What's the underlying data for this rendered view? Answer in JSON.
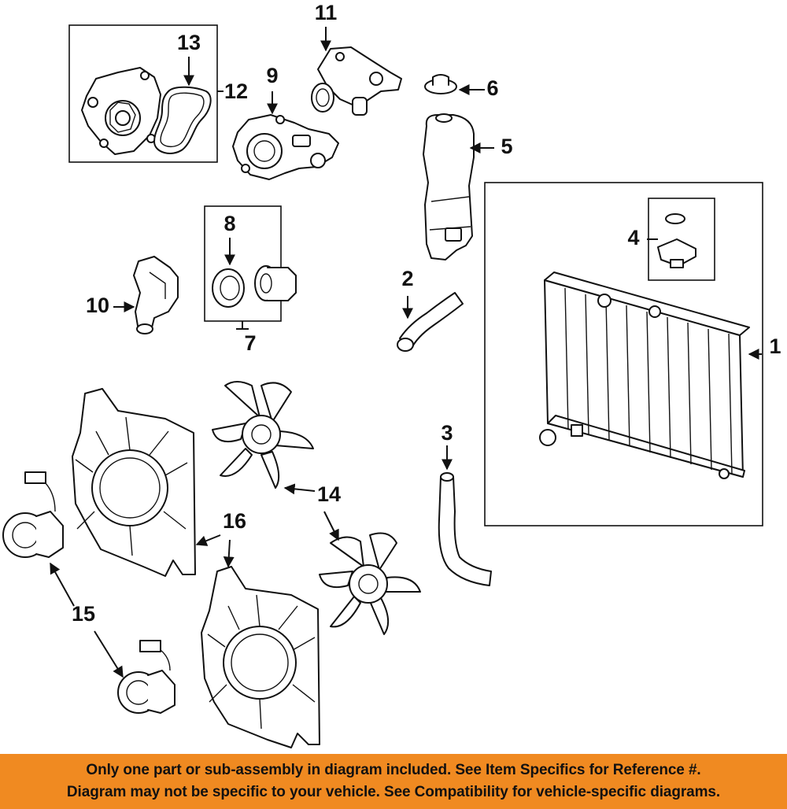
{
  "diagram": {
    "callouts": [
      "1",
      "2",
      "3",
      "4",
      "5",
      "6",
      "7",
      "8",
      "9",
      "10",
      "11",
      "12",
      "13",
      "14",
      "15",
      "16"
    ]
  },
  "disclaimer": {
    "line1": "Only one part or sub-assembly in diagram included. See Item Specifics for Reference #.",
    "line2": "Diagram may not be specific to your vehicle. See Compatibility for vehicle-specific diagrams."
  },
  "colors": {
    "banner": "#f08a21",
    "linework": "#111111",
    "background": "#ffffff"
  }
}
